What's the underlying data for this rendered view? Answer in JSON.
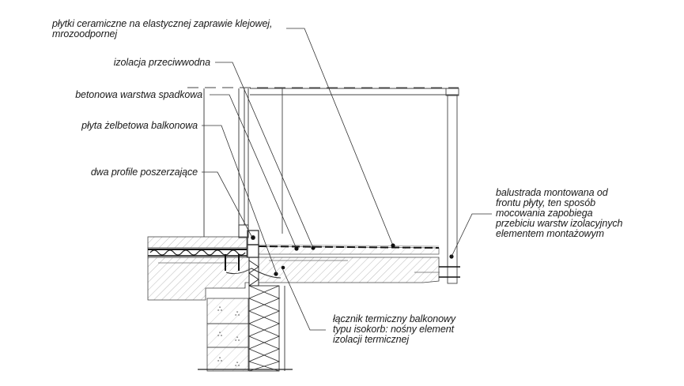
{
  "title": "Detal balkonu - przekrój",
  "labels": {
    "tiles": {
      "line1": "płytki ceramiczne na elastycznej zaprawie klejowej,",
      "line2": "mrozoodpornej"
    },
    "waterproofing": {
      "text": "izolacja przeciwwodna"
    },
    "screed": {
      "text": "betonowa warstwa spadkowa"
    },
    "slab": {
      "text": "płyta żelbetowa balkonowa"
    },
    "profiles": {
      "text": "dwa profile poszerzające"
    },
    "balustrade": {
      "line1": "balustrada montowana od",
      "line2": "frontu płyty, ten sposób",
      "line3": "mocowania zapobiega",
      "line4": "przebiciu warstw izolacyjnych",
      "line5": "elementem montażowym"
    },
    "isokorb": {
      "line1": "łącznik termiczny balkonowy",
      "line2": "typu isokorb: nośny element",
      "line3": "izolacji termicznej"
    }
  },
  "colors": {
    "line": "#333333",
    "hatch": "#9a9a9a",
    "insulation": "#444444",
    "background": "#ffffff"
  }
}
